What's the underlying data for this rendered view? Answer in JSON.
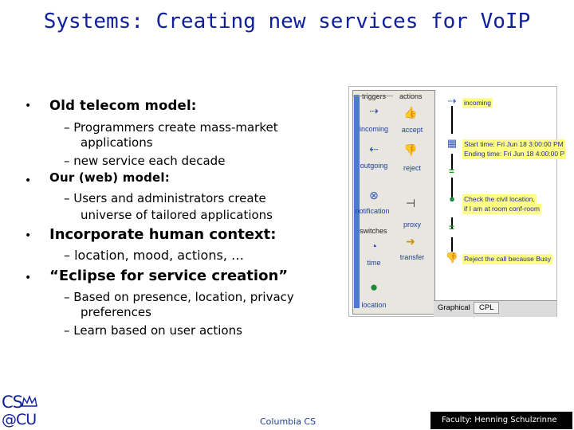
{
  "slide": {
    "title": "Systems: Creating new services for VoIP"
  },
  "bullets": {
    "b1": "Old telecom model:",
    "b1_sub1": "– Programmers create mass-market",
    "b1_sub1_cont": "applications",
    "b1_sub2": "– new service each decade",
    "b2": "Our (web) model:",
    "b2_sub1": "– Users and administrators create",
    "b2_sub1_cont": "universe of tailored applications",
    "b3": "Incorporate human context:",
    "b3_sub1": "– location, mood, actions, …",
    "b4": "“Eclipse for service creation”",
    "b4_sub1": "– Based on presence, location, privacy",
    "b4_sub1_cont": "preferences",
    "b4_sub2": "– Learn based on user actions",
    "bullet_char": "•"
  },
  "screenshot": {
    "headers": {
      "triggers": "triggers",
      "actions": "actions",
      "switches": "switches"
    },
    "palette": {
      "incoming": "incoming",
      "accept": "accept",
      "outgoing": "outgoing",
      "reject": "reject",
      "notification": "notification",
      "proxy": "proxy",
      "time": "time",
      "transfer": "transfer",
      "location": "location"
    },
    "flow": {
      "incoming": "incoming",
      "start_time": "Start time: Fri Jun 18 3:00:00 PM",
      "ending_time": "Ending time: Fri Jun 18 4:00:00 P",
      "check_location_1": "Check the civil location,",
      "check_location_2": "if I am at room conf-room",
      "reject_busy": "Reject the call because Busy"
    },
    "tabs": {
      "graphical": "Graphical",
      "cpl": "CPL"
    }
  },
  "footer": {
    "logo_cs": "CS",
    "logo_cu": "@CU",
    "center": "Columbia CS",
    "right": "Faculty: Henning Schulzrinne"
  },
  "colors": {
    "title": "#10209a",
    "note_yellow": "#ffff88",
    "palette_bg": "#e8e6df",
    "footer_bg": "#000000"
  }
}
